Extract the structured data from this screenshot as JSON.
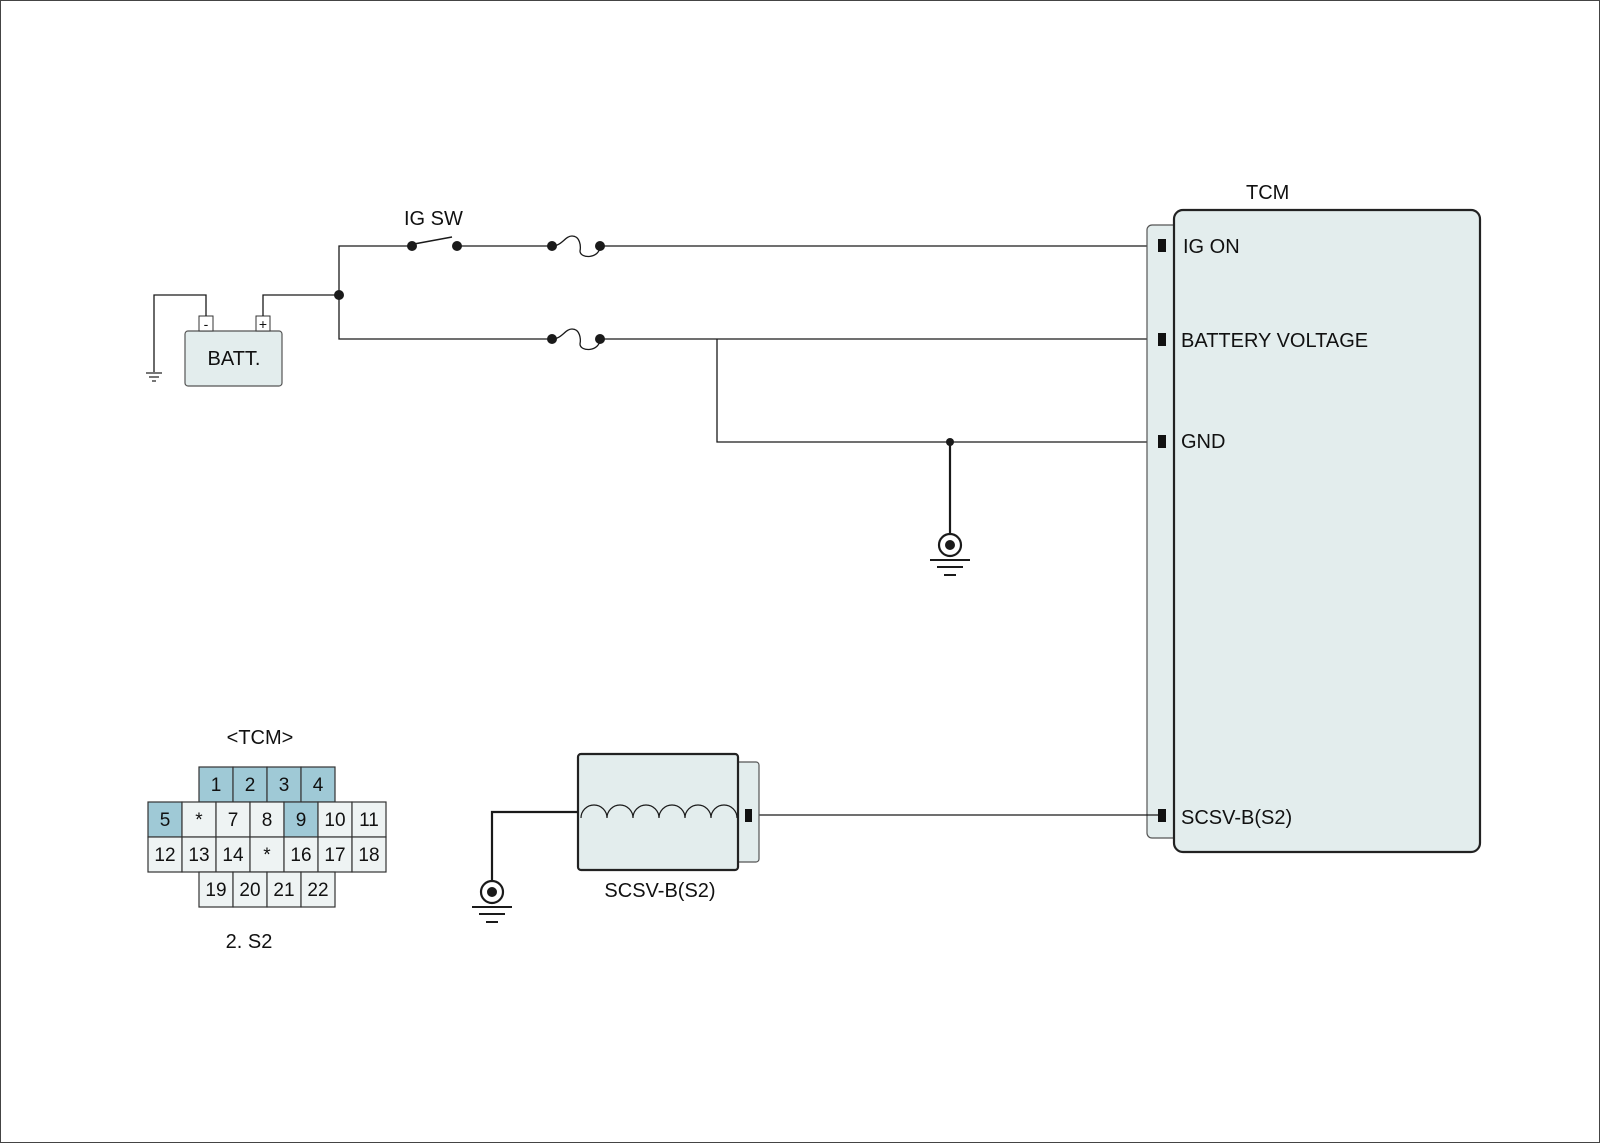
{
  "colors": {
    "module_fill": "#e3eded",
    "pin_highlight": "#9fc9d6",
    "pin_plain": "#eef3f3",
    "line": "#1a1a1a"
  },
  "battery": {
    "label": "BATT.",
    "neg": "-",
    "pos": "+"
  },
  "ig_switch": {
    "label": "IG SW"
  },
  "tcm": {
    "title": "TCM",
    "pins": {
      "ig_on": "IG ON",
      "battery_voltage": "BATTERY VOLTAGE",
      "gnd": "GND",
      "scsv": "SCSV-B(S2)"
    }
  },
  "solenoid": {
    "label": "SCSV-B(S2)"
  },
  "connector": {
    "title": "<TCM>",
    "caption": "2. S2",
    "highlighted": [
      "1",
      "2",
      "3",
      "4",
      "5",
      "9"
    ],
    "rows": [
      [
        "1",
        "2",
        "3",
        "4"
      ],
      [
        "5",
        "*",
        "7",
        "8",
        "9",
        "10",
        "11"
      ],
      [
        "12",
        "13",
        "14",
        "*",
        "16",
        "17",
        "18"
      ],
      [
        "19",
        "20",
        "21",
        "22"
      ]
    ]
  }
}
